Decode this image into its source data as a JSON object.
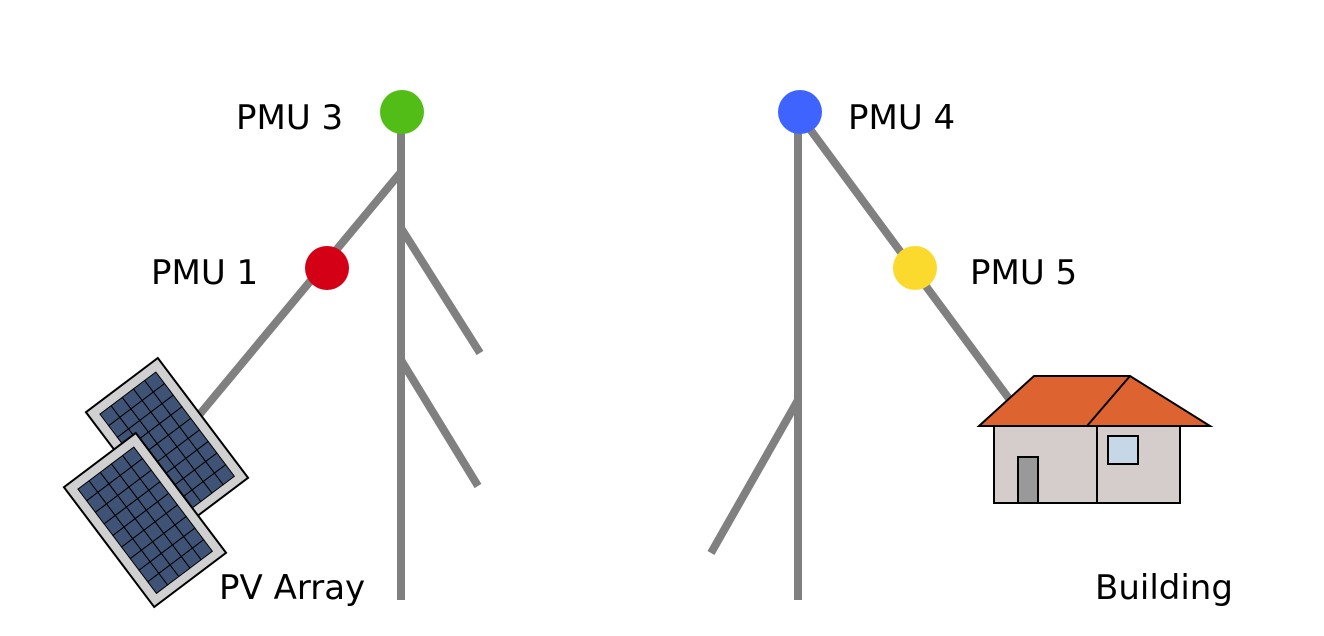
{
  "colors": {
    "line": "#808080",
    "pmu1": "#d40016",
    "pmu3": "#52bd17",
    "pmu4": "#3f63ff",
    "pmu5": "#fcda2d",
    "roof": "#dd6430",
    "wall": "#d5cdcb",
    "window": "#c6d8e8",
    "door": "#999999",
    "panel_frame": "#d0d0d0",
    "panel_cell": "#3f5376"
  },
  "labels": {
    "pmu1": "PMU 1",
    "pmu3": "PMU 3",
    "pmu4": "PMU 4",
    "pmu5": "PMU 5",
    "pv_array": "PV Array",
    "building": "Building"
  },
  "icons": {
    "pv_array": "solar-panel-icon",
    "building": "house-icon"
  }
}
